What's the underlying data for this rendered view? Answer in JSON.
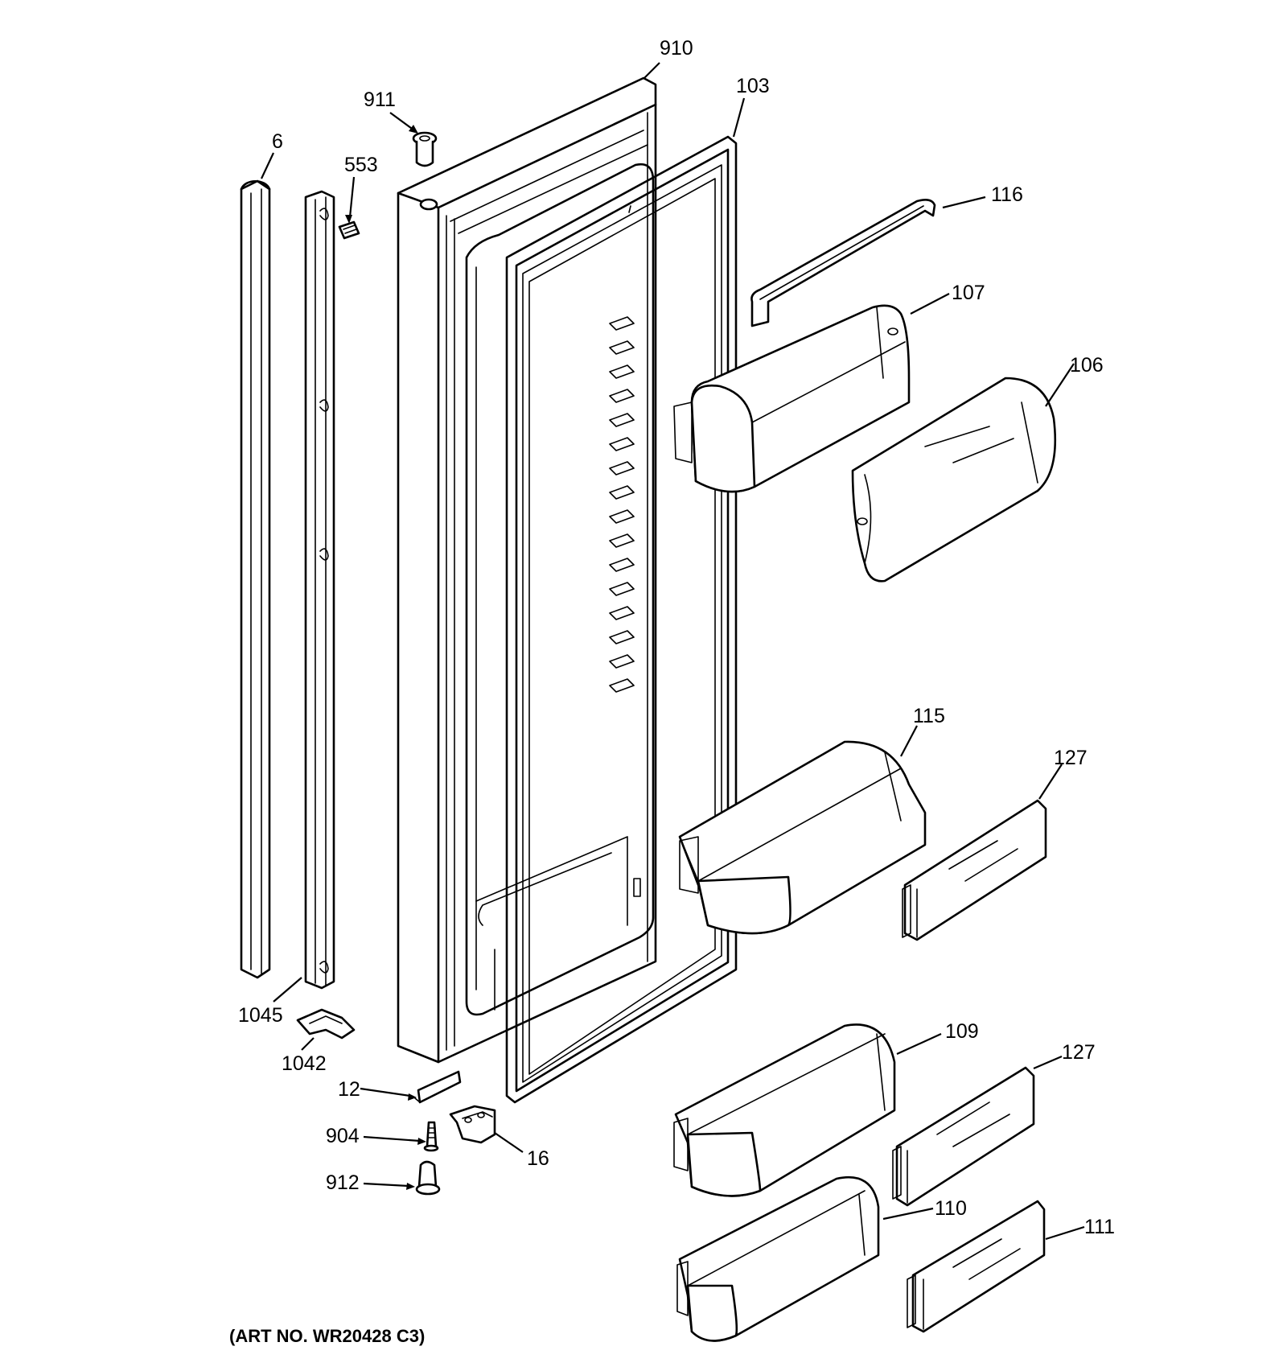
{
  "diagram": {
    "art_number": "(ART NO. WR20428 C3)",
    "callouts": [
      {
        "id": "c-910",
        "text": "910"
      },
      {
        "id": "c-911",
        "text": "911"
      },
      {
        "id": "c-103",
        "text": "103"
      },
      {
        "id": "c-6",
        "text": "6"
      },
      {
        "id": "c-553",
        "text": "553"
      },
      {
        "id": "c-116",
        "text": "116"
      },
      {
        "id": "c-107",
        "text": "107"
      },
      {
        "id": "c-106",
        "text": "106"
      },
      {
        "id": "c-115",
        "text": "115"
      },
      {
        "id": "c-127a",
        "text": "127"
      },
      {
        "id": "c-1045",
        "text": "1045"
      },
      {
        "id": "c-1042",
        "text": "1042"
      },
      {
        "id": "c-12",
        "text": "12"
      },
      {
        "id": "c-109",
        "text": "109"
      },
      {
        "id": "c-127b",
        "text": "127"
      },
      {
        "id": "c-904",
        "text": "904"
      },
      {
        "id": "c-16",
        "text": "16"
      },
      {
        "id": "c-912",
        "text": "912"
      },
      {
        "id": "c-110",
        "text": "110"
      },
      {
        "id": "c-111",
        "text": "111"
      }
    ]
  }
}
